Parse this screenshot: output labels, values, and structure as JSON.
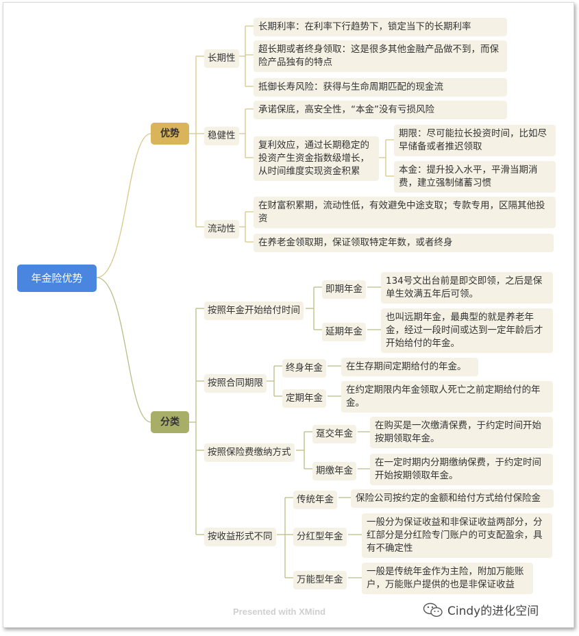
{
  "root": "年金险优势",
  "branches": [
    {
      "label": "优势",
      "children": [
        {
          "label": "长期性",
          "children": [
            "长期利率：在利率下行趋势下，锁定当下的长期利率",
            "超长期或者终身领取：这是很多其他金融产品做不到，而保险产品独有的特点",
            "抵御长寿风险：获得与生命周期匹配的现金流"
          ]
        },
        {
          "label": "稳健性",
          "children": [
            "承诺保底，高安全性，“本金”没有亏损风险",
            {
              "label": "复利效应，通过长期稳定的投资产生资金指数级增长，从时间维度实现资金积累",
              "children": [
                "期限：尽可能拉长投资时间，比如尽早储备或者推迟领取",
                "本金：提升投入水平，平滑当期消费，建立强制储蓄习惯"
              ]
            }
          ]
        },
        {
          "label": "流动性",
          "children": [
            "在财富积累期，流动性低，有效避免中途支取；专款专用，区隔其他投资",
            "在养老金领取期，保证领取特定年数，或者终身"
          ]
        }
      ]
    },
    {
      "label": "分类",
      "children": [
        {
          "label": "按照年金开始给付时间",
          "children": [
            {
              "label": "即期年金",
              "children": [
                "134号文出台前是即交即领，之后是保单生效满五年后可领。"
              ]
            },
            {
              "label": "延期年金",
              "children": [
                "也叫远期年金，最典型的就是养老年金，经过一段时间或达到一定年龄后才开始给付的年金。"
              ]
            }
          ]
        },
        {
          "label": "按照合同期限",
          "children": [
            {
              "label": "终身年金",
              "children": [
                "在生存期间定期给付的年金。"
              ]
            },
            {
              "label": "定期年金",
              "children": [
                "在约定期限内年金领取人死亡之前定期给付的年金。"
              ]
            }
          ]
        },
        {
          "label": "按照保险费缴纳方式",
          "children": [
            {
              "label": "趸交年金",
              "children": [
                "在购买是一次缴清保费，于约定时间开始按期领取年金。"
              ]
            },
            {
              "label": "期缴年金",
              "children": [
                "在一定时期内分期缴纳保费，于约定时间开始按期领取年金。"
              ]
            }
          ]
        },
        {
          "label": "按收益形式不同",
          "children": [
            {
              "label": "传统年金",
              "children": [
                "保险公司按约定的金额和给付方式给付保险金"
              ]
            },
            {
              "label": "分红型年金",
              "children": [
                "一般分为保证收益和非保证收益两部分，分红部分是分红险专门账户的可支配盈余，具有不确定性"
              ]
            },
            {
              "label": "万能型年金",
              "children": [
                "一般是传统年金作为主险，附加万能账户，万能账户提供的也是非保证收益"
              ]
            }
          ]
        }
      ]
    }
  ],
  "footer": "Presented with XMind",
  "watermark": "Cindy的进化空间",
  "colors": {
    "root": "#4a86e0",
    "branch_advantage": "#d9b45a",
    "branch_category": "#a8ad67",
    "line_advantage": "#d9c78a",
    "line_category": "#b9bd86",
    "leaf": "#f5f1e4"
  }
}
